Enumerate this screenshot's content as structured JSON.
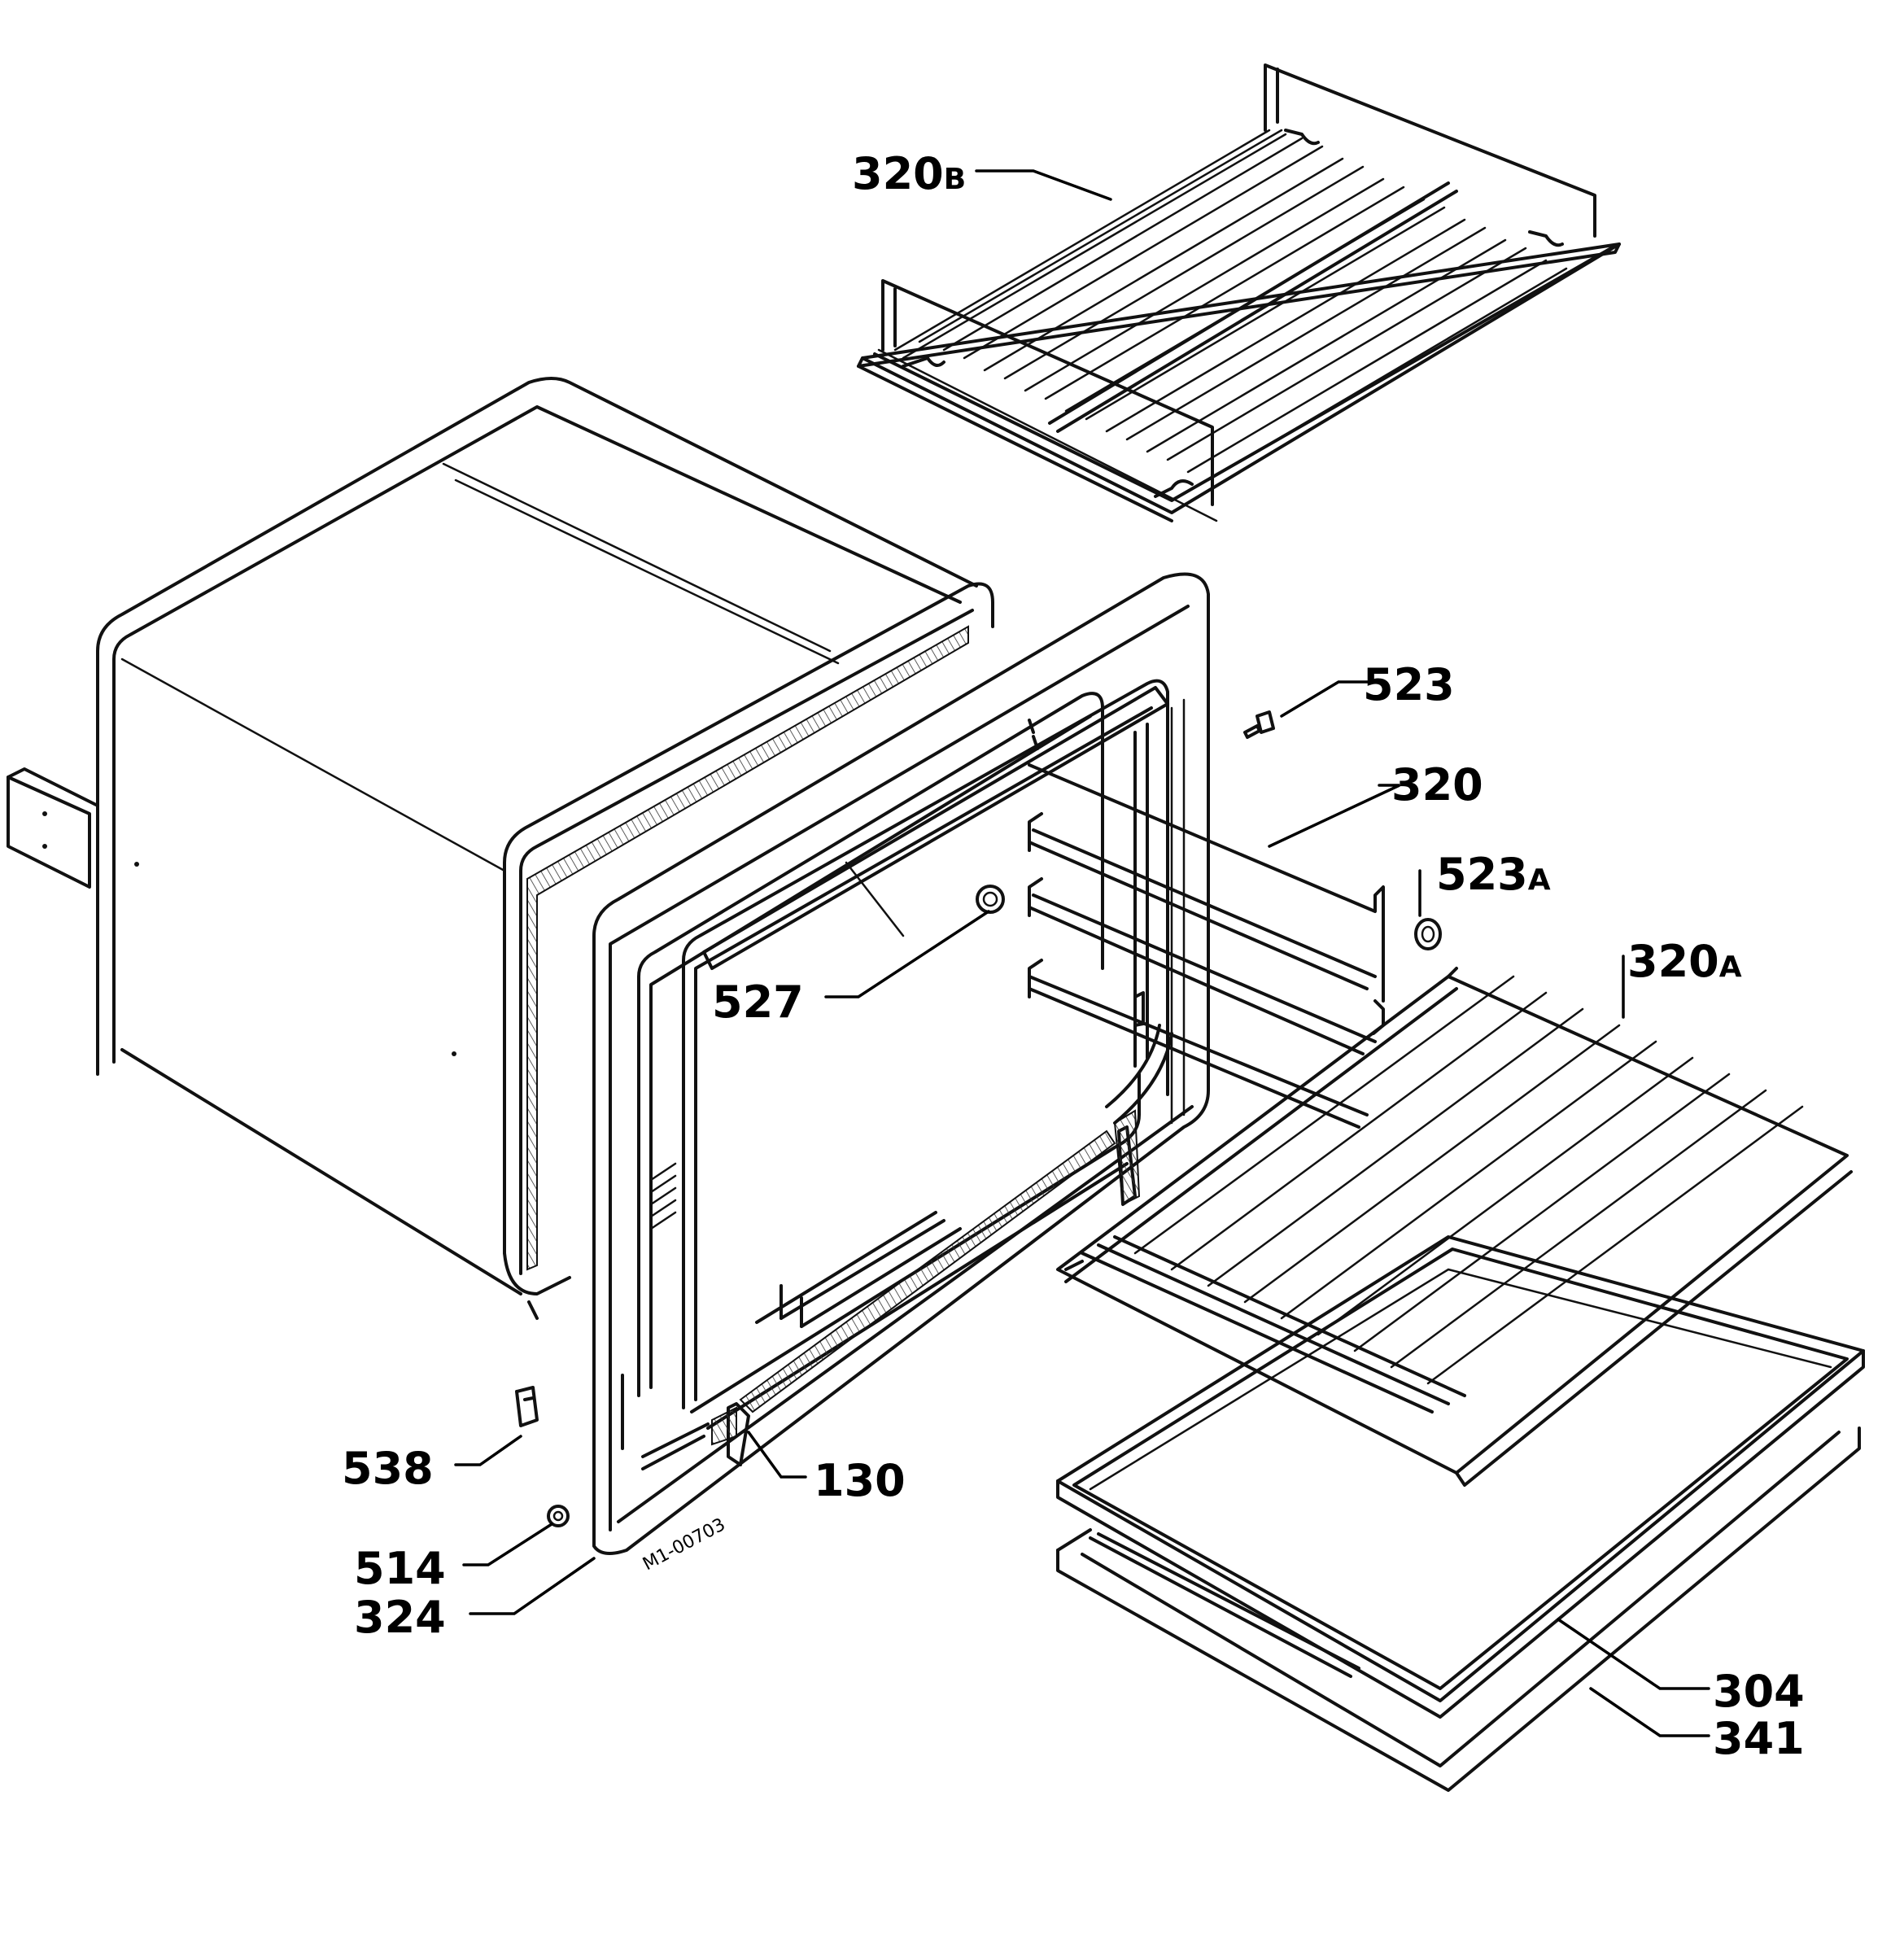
{
  "drawing_number": "M1-00703",
  "labels": {
    "part_320b": {
      "num": "320",
      "suffix": "B"
    },
    "part_523": {
      "num": "523",
      "suffix": ""
    },
    "part_320": {
      "num": "320",
      "suffix": ""
    },
    "part_523a": {
      "num": "523",
      "suffix": "A"
    },
    "part_320a": {
      "num": "320",
      "suffix": "A"
    },
    "part_527": {
      "num": "527",
      "suffix": ""
    },
    "part_538": {
      "num": "538",
      "suffix": ""
    },
    "part_130": {
      "num": "130",
      "suffix": ""
    },
    "part_514": {
      "num": "514",
      "suffix": ""
    },
    "part_324": {
      "num": "324",
      "suffix": ""
    },
    "part_304": {
      "num": "304",
      "suffix": ""
    },
    "part_341": {
      "num": "341",
      "suffix": ""
    }
  }
}
